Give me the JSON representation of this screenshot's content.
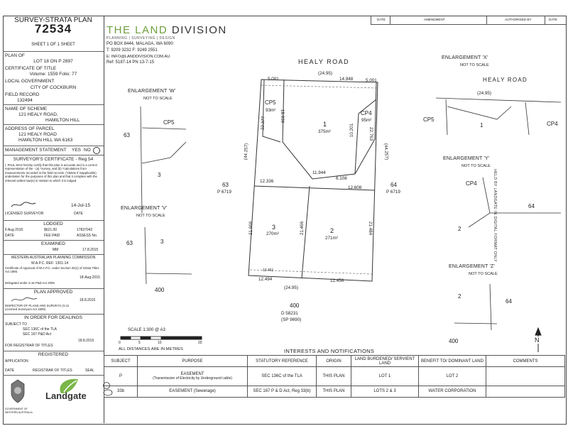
{
  "title_block": {
    "plan_type": "SURVEY-STRATA PLAN",
    "plan_number": "72534",
    "sheet": "SHEET 1 OF 1 SHEET",
    "plan_of_label": "PLAN OF",
    "plan_of_value": "LOT 18 ON P 2897",
    "certificate_label": "CERTIFICATE OF TITLE",
    "certificate_value": "Volume: 1559   Folio: 77",
    "local_gov_label": "LOCAL GOVERNMENT",
    "local_gov_value": "CITY OF COCKBURN",
    "field_record_label": "FIELD RECORD",
    "field_record_value": "132494",
    "scheme_label": "NAME OF SCHEME",
    "scheme_line1": "121 HEALY ROAD,",
    "scheme_line2": "HAMILTON HILL",
    "address_label": "ADDRESS OF PARCEL",
    "address_line1": "121 HEALY ROAD",
    "address_line2": "HAMILTON HILL  WA  6163",
    "mgmt_label": "MANAGEMENT STATEMENT",
    "mgmt_yes": "YES",
    "mgmt_no": "NO",
    "surveyor_cert": "SURVEYOR'S CERTIFICATE - Reg 54",
    "surveyor_text": "I, PAUL MAS hereby certify that this plan is accurate and is a correct representation of the - (a) *survey, and (b) *calculations from measurements recorded in the field records. (*delete if inapplicable) undertaken for the purposes of this plan and that it complies with the relevant written law(s) in relation to which it is lodged.",
    "surveyor_date": "14-Jul-15",
    "licensed_surveyor": "LICENSED SURVEYOR",
    "date_label": "DATE",
    "lodged_label": "LODGED",
    "lodged_date": "6 Aug 2015",
    "lodged_fee": "$621.00",
    "lodged_assess": "17837042",
    "lodged_cols": [
      "DATE",
      "FEE PAID",
      "ASSESS No."
    ],
    "examined_label": "EXAMINED",
    "examined_by": "MM",
    "examined_date": "17.8.2015",
    "wapc_label": "WESTERN AUSTRALIAN PLANNING COMMISSION",
    "wapc_ref": "W.A.P.C. REF:    1301-14",
    "wapc_text": "Certificate of Approval of W.A.P.C. under Section 25(1) of Strata Titles Act 1985.",
    "wapc_date": "18-Aug-2015",
    "wapc_delegated": "Delegated under S.16 P&D Act 2005",
    "plan_approved": "PLAN APPROVED",
    "approved_date": "18.8.2015",
    "inspector_text": "INSPECTOR OF PLANS AND SURVEYS (S.11 Licensed Surveyors Act 1909)",
    "dealings_label": "IN ORDER FOR DEALINGS",
    "subject_to": "SUBJECT TO",
    "dealing1": "SEC 136C of the TLA",
    "dealing2": "SEC 167 P&D Act",
    "dealings_date": "18.8.2015",
    "registrar_label": "FOR REGISTRAR OF TITLES",
    "registered_label": "REGISTERED",
    "application_label": "APPLICATION",
    "registered_cols": [
      "DATE",
      "REGISTRAR OF TITLES",
      "SEAL"
    ],
    "landgate": "Landgate",
    "govt_line1": "GOVERNMENT OF",
    "govt_line2": "WESTERN AUSTRALIA"
  },
  "company": {
    "name_a": "THE LAND ",
    "name_b": "DIVISION",
    "tagline": "PLANNING | SURVEYING | DESIGN",
    "address": "PO BOX 8444, MALAGA, WA 6090",
    "phone": "T: 9209 3232   F: 9249 2551",
    "email": "E: INFO@LANDDIVISION.COM.AU",
    "ref": "Ref: 5187-14  PN  13-7-15"
  },
  "amend_header": [
    "DATE",
    "AMENDMENT",
    "AUTHORISED BY",
    "DATE"
  ],
  "side_note": "HELD BY LANDGATE IN DIGITAL FORMAT ONLY",
  "plan": {
    "road": "HEALY  ROAD",
    "lot1": "1",
    "lot1_area": "375m²",
    "lot2": "2",
    "lot2_area": "271m²",
    "lot3": "3",
    "lot3_area": "270m²",
    "cp5": "CP5",
    "cp5_area": "93m²",
    "cp4": "CP4",
    "cp4_area": "95m²",
    "lot63": "63",
    "p6719a": "P 6719",
    "lot64": "64",
    "p6719b": "P 6719",
    "lot400": "400",
    "d58231": "D 58231",
    "sp9690": "(SP 9690)",
    "dim_top": "(24.95)",
    "dim_bottom": "(24.95)",
    "d_left_1": "(44.257)",
    "d_right_1": "(44.257)",
    "d_5001a": "5.001",
    "d_5001b": "5.001",
    "d_14948": "14.948",
    "d_22377": "22.377",
    "d_18939": "18.939",
    "d_10201": "10.201",
    "d_22763": "22.763",
    "d_12336": "12.336",
    "d_11944": "11.944",
    "d_6108": "6.108",
    "d_12608": "12.608",
    "d_21666": "21.666",
    "d_21484": "21.484",
    "d_21466": "21.466",
    "d_12494": "12.494",
    "d_12456": "12.456",
    "d_13461": "13.461",
    "scale": "SCALE 1:300 @ A3",
    "scale_ticks": [
      "0",
      "5",
      "10",
      "20"
    ],
    "all_dist": "ALL DISTANCES ARE IN METRES",
    "north": "N"
  },
  "enlargements": {
    "w": "ENLARGEMENT 'W'",
    "x": "ENLARGEMENT 'X'",
    "y": "ENLARGEMENT 'Y'",
    "v": "ENLARGEMENT 'V'",
    "z": "ENLARGEMENT 'Z'",
    "nts": "NOT TO SCALE",
    "x_road": "HEALY    ROAD",
    "x_dim": "(24.95)",
    "w_cp": "CP5",
    "w_lot": "3",
    "w_lot63": "63",
    "x_cp5": "CP5",
    "x_lot": "1",
    "x_cp4": "CP4",
    "y_cp": "CP4",
    "y_lot2": "2",
    "y_lot64": "64",
    "v_lot63": "63",
    "v_lot3": "3",
    "v_lot400": "400",
    "z_lot2": "2",
    "z_lot64": "64",
    "z_lot400": "400"
  },
  "interests": {
    "heading": "INTERESTS AND NOTIFICATIONS",
    "columns": [
      "SUBJECT",
      "PURPOSE",
      "STATUTORY REFERENCE",
      "ORIGIN",
      "LAND BURDENED/ SERVIENT LAND",
      "BENEFIT TO/ DOMINANT LAND",
      "COMMENTS"
    ],
    "rows": [
      {
        "subject": "P",
        "purpose": "EASEMENT",
        "purpose_sub": "(Transmission of Electricity by Underground cable)",
        "ref": "SEC 136C of the TLA",
        "origin": "THIS PLAN",
        "burdened": "LOT 1",
        "benefit": "LOT 2",
        "comments": ""
      },
      {
        "subject": "33b",
        "purpose": "EASEMENT (Sewerage)",
        "purpose_sub": "",
        "ref": "SEC 167 P & D Act, Reg 33(b)",
        "origin": "THIS PLAN",
        "burdened": "LOTS 2 & 3",
        "benefit": "WATER CORPORATION",
        "comments": ""
      }
    ]
  }
}
